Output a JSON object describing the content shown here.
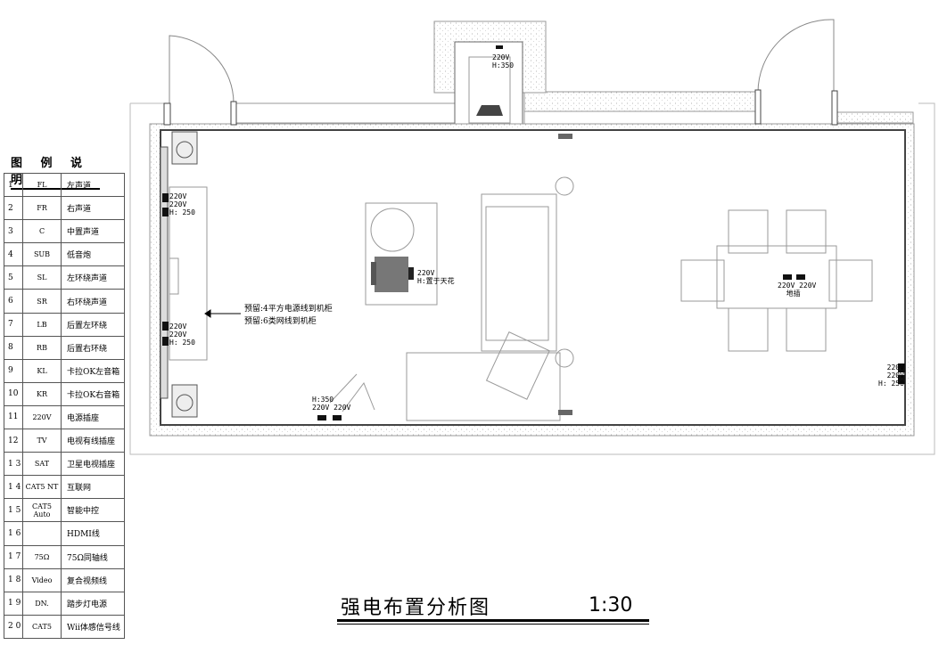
{
  "legend": {
    "title": "图 例 说 明",
    "rows": [
      {
        "num": "1",
        "code": "FL",
        "desc": "左声道"
      },
      {
        "num": "2",
        "code": "FR",
        "desc": "右声道"
      },
      {
        "num": "3",
        "code": "C",
        "desc": "中置声道"
      },
      {
        "num": "4",
        "code": "SUB",
        "desc": "低音炮"
      },
      {
        "num": "5",
        "code": "SL",
        "desc": "左环绕声道"
      },
      {
        "num": "6",
        "code": "SR",
        "desc": "右环绕声道"
      },
      {
        "num": "7",
        "code": "LB",
        "desc": "后置左环绕"
      },
      {
        "num": "8",
        "code": "RB",
        "desc": "后置右环绕"
      },
      {
        "num": "9",
        "code": "KL",
        "desc": "卡拉OK左音箱"
      },
      {
        "num": "10",
        "code": "KR",
        "desc": "卡拉OK右音箱"
      },
      {
        "num": "11",
        "code": "220V",
        "desc": "电源插座"
      },
      {
        "num": "12",
        "code": "TV",
        "desc": "电视有线插座"
      },
      {
        "num": "1 3",
        "code": "SAT",
        "desc": "卫星电视插座"
      },
      {
        "num": "1 4",
        "code": "CAT5 NT",
        "desc": "互联网"
      },
      {
        "num": "1 5",
        "code": "CAT5 Auto",
        "desc": "智能中控"
      },
      {
        "num": "1 6",
        "code": "",
        "desc": "HDMI线"
      },
      {
        "num": "1 7",
        "code": "75Ω",
        "desc": "75Ω同轴线"
      },
      {
        "num": "1 8",
        "code": "Video",
        "desc": "复合视频线"
      },
      {
        "num": "1 9",
        "code": "DN.",
        "desc": "踏步灯电源"
      },
      {
        "num": "2 0",
        "code": "CAT5",
        "desc": "Wii体感信号线"
      }
    ]
  },
  "labels": {
    "top_outlet": "220V\nH:350",
    "left_outlet_a": "220V\n220V\nH: 250",
    "left_outlet_b": "220V\n220V\nH: 250",
    "ceiling_outlet": "220V\nH:置于天花",
    "floor_outlets": "220V 220V\n  地插",
    "right_outlets": "220V\n220V\nH: 250",
    "bottom_outlets": "H:350\n220V 220V",
    "note": "预留:4平方电源线到机柜\n预留:6类网线到机柜"
  },
  "title": {
    "name": "强电布置分析图",
    "scale": "1:30"
  }
}
